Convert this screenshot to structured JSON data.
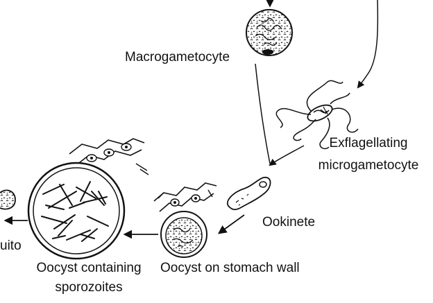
{
  "labels": {
    "macrogametocyte": "Macrogametocyte",
    "exflagellating_line1": "Exflagellating",
    "exflagellating_line2": "microgametocyte",
    "ookinete": "Ookinete",
    "oocyst_wall": "Oocyst on stomach wall",
    "oocyst_sporo_line1": "Oocyst containing",
    "oocyst_sporo_line2": "sporozoites",
    "mosquito_partial": "uito"
  },
  "colors": {
    "ink": "#111111",
    "background": "#ffffff"
  }
}
